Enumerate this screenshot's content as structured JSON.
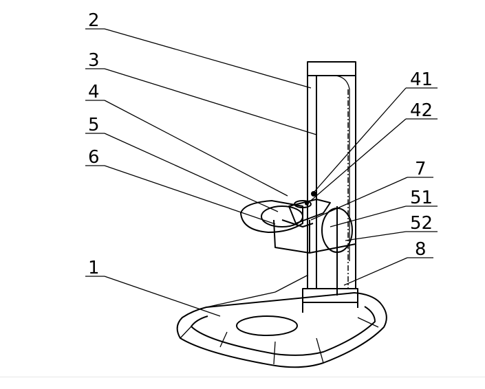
{
  "figure": {
    "labels": {
      "l2": "2",
      "l3": "3",
      "l4": "4",
      "l5": "5",
      "l6": "6",
      "l1": "1",
      "l41": "41",
      "l42": "42",
      "l7": "7",
      "l51": "51",
      "l52": "52",
      "l8": "8"
    }
  }
}
